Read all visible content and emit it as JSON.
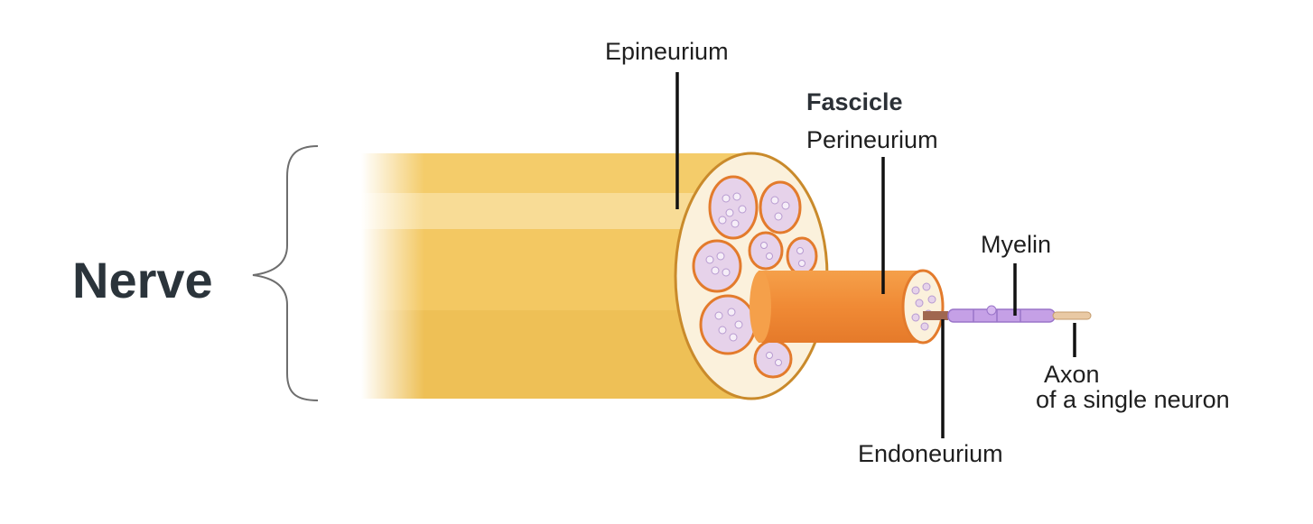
{
  "labels": {
    "nerve": "Nerve",
    "epineurium": "Epineurium",
    "fascicle": "Fascicle",
    "perineurium": "Perineurium",
    "myelin": "Myelin",
    "axon": "Axon",
    "axon_sub": "of a single neuron",
    "endoneurium": "Endoneurium"
  },
  "colors": {
    "nerve_body": "#f2c65e",
    "nerve_rim": "#c98a2b",
    "cross_section": "#fbf1dc",
    "fascicle_fill": "#e6d2ea",
    "fascicle_rim": "#e37b2c",
    "fascicle_cylinder": "#f08a35",
    "myelin": "#c5a0e6",
    "axon": "#e9c9a4",
    "brace": "#6e6e6e"
  }
}
